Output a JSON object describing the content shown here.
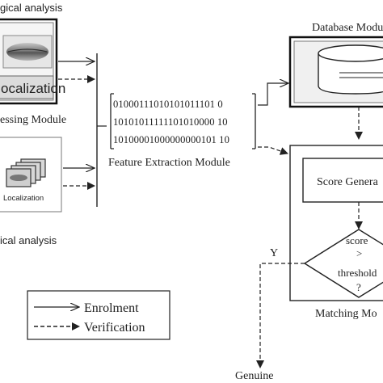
{
  "top_caption": "gical  analysis",
  "lower_caption": "ical analysis",
  "preprocessing": {
    "localization_label": "ocalization",
    "module_label": "essing Module"
  },
  "lower_preprocessing": {
    "localization_label": "Localization"
  },
  "feature_extraction": {
    "bits": [
      "01000111010101011101 0",
      "10101011111101010000 10",
      "10100001000000000101 10"
    ],
    "module_label": "Feature Extraction Module"
  },
  "database": {
    "module_label": "Database Modu"
  },
  "matching": {
    "score_label": "Score Genera",
    "decision_lines": [
      "score",
      ">",
      "threshold",
      "?"
    ],
    "yes_label": "Y",
    "module_label": "Matching Mo",
    "result_label": "Genuine"
  },
  "legend": {
    "items": [
      {
        "label": "Enrolment",
        "style": "solid"
      },
      {
        "label": "Verification",
        "style": "dashed"
      }
    ]
  }
}
